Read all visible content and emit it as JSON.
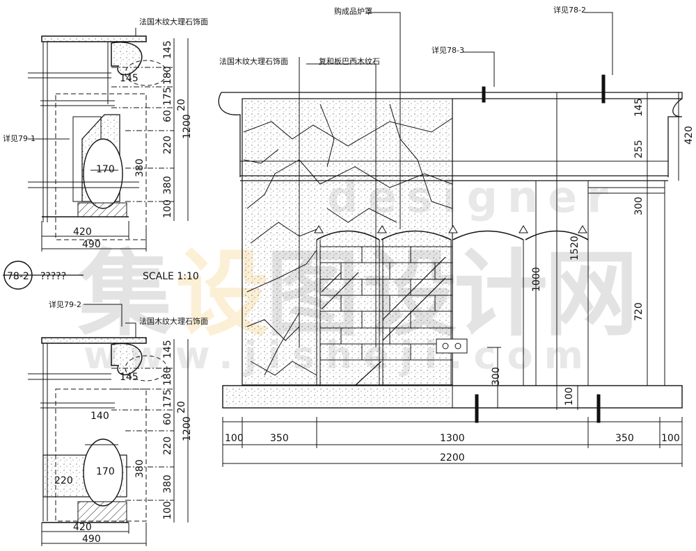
{
  "annotations": {
    "marble_top_left": "法国木纹大理石饰面",
    "marble_bottom_left": "法国木纹大理石饰面",
    "marble_main": "法国木纹大理石饰面",
    "hood": "购成品炉罩",
    "composite_wood": "复和板巴西木纹石",
    "detail_78_3": "详见78-3",
    "detail_78_2": "详见78-2",
    "detail_79_1": "详见79-1",
    "detail_79_2": "详见79-2"
  },
  "section_label": {
    "code": "78-2",
    "name": "?????",
    "scale": "SCALE  1:10"
  },
  "top_section": {
    "vertical_dims": [
      "145",
      "180",
      "175",
      "60",
      "220",
      "380",
      "100"
    ],
    "total": "1200",
    "dim_20": "20",
    "dim_145": "145",
    "dim_170": "170",
    "dim_380": "380",
    "width_inner": "420",
    "width_outer": "490"
  },
  "bottom_section": {
    "vertical_dims": [
      "145",
      "180",
      "175",
      "60",
      "220",
      "380",
      "100"
    ],
    "total": "1200",
    "dim_20": "20",
    "dim_145": "145",
    "dim_140": "140",
    "dim_170": "170",
    "dim_220": "220",
    "dim_380": "380",
    "width_inner": "420",
    "width_outer": "490"
  },
  "elevation": {
    "right_dims": [
      "145",
      "255",
      "300",
      "720"
    ],
    "dim_420": "420",
    "dim_1520": "1520",
    "dim_1000": "1000",
    "dim_300": "300",
    "dim_100": "100",
    "bottom_dims": [
      "100",
      "350",
      "1300",
      "350",
      "100"
    ],
    "total_width": "2200"
  },
  "watermark": {
    "chars": [
      "集",
      "设",
      "图",
      "设",
      "计",
      "网"
    ],
    "designer": "designer",
    "site": "www.jisheji.com"
  }
}
